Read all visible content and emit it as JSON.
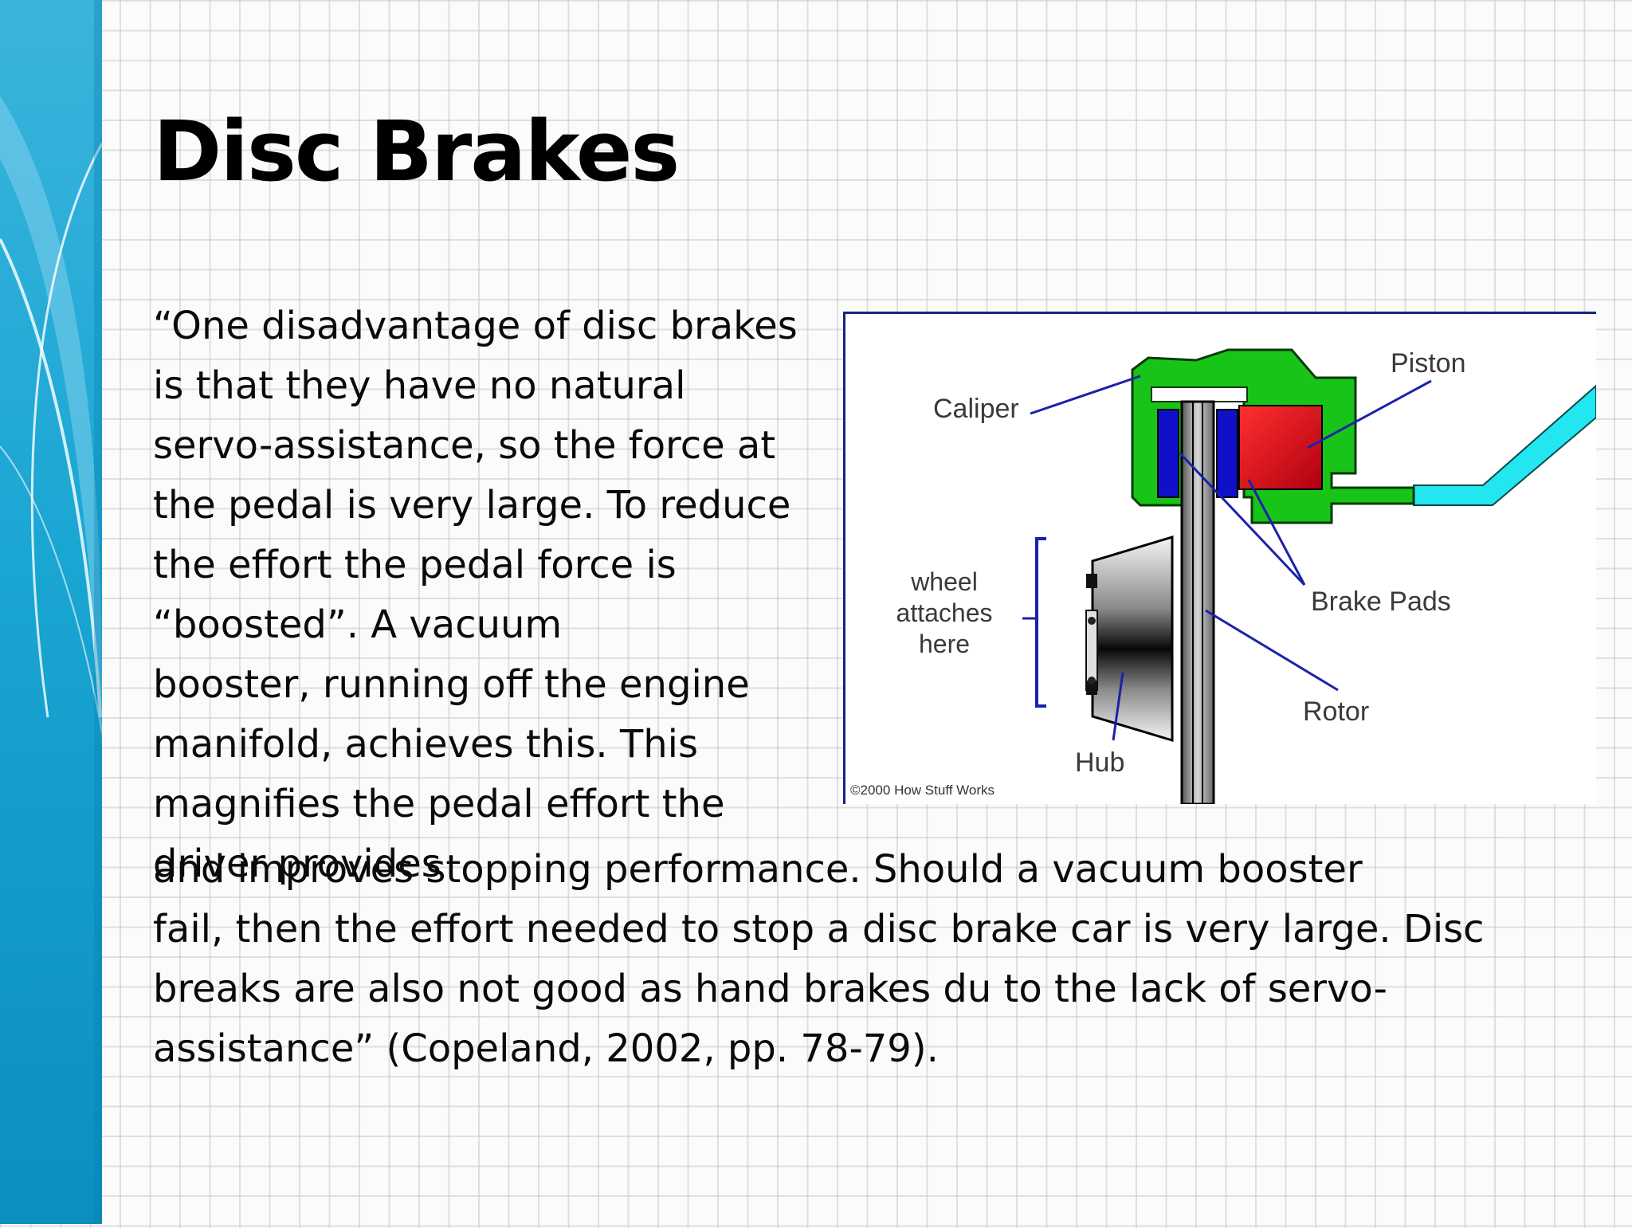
{
  "slide": {
    "title": "Disc Brakes",
    "quote_lines_left": [
      "“One disadvantage of disc brakes",
      "is that they have no natural",
      "servo-assistance, so the force at",
      "the pedal is very large. To reduce",
      "the effort the pedal force is",
      "“boosted”. A vacuum",
      "booster, running off the engine",
      "manifold, achieves this. This",
      "magnifies the pedal effort the",
      "driver provides"
    ],
    "quote_lines_bottom": [
      "and improves stopping performance. Should a vacuum booster",
      "fail, then the effort needed to stop a disc brake car is very large. Disc",
      "breaks are also not good as hand brakes du to the lack of servo-",
      "assistance” (Copeland, 2002, pp. 78-79)."
    ]
  },
  "diagram": {
    "labels": {
      "caliper": "Caliper",
      "piston": "Piston",
      "wheel_line1": "wheel",
      "wheel_line2": "attaches",
      "wheel_line3": "here",
      "brake_pads": "Brake Pads",
      "rotor": "Rotor",
      "hub": "Hub",
      "copyright": "©2000 How Stuff Works"
    },
    "colors": {
      "caliper": "#18c418",
      "piston": "#e8101a",
      "pad": "#1010c8",
      "fluid_line": "#22e6f0",
      "leader_lines": "#1a22a8"
    }
  }
}
